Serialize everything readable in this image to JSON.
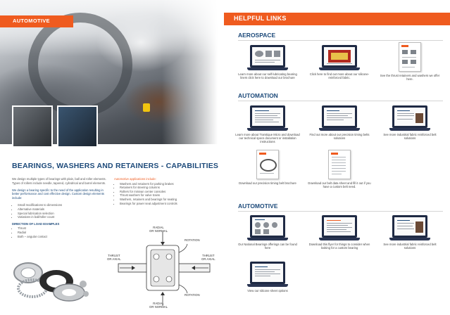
{
  "left_page": {
    "section_tab": "AUTOMOTIVE",
    "heading": "BEARINGS, WASHERS AND RETAINERS - CAPABILITIES",
    "intro_1": "We design multiple types of bearings with plain, ball and roller elements. Types of rollers include needle, tapered, cylindrical and barrel elements.",
    "intro_2": "We design a bearing specific to the need of the application resulting in better performance and cost effective design. Custom design elements include:",
    "design_elements": [
      "Small modifications to dimensions",
      "Alternative materials",
      "Special lubrication selection",
      "Variations in ball/roller count"
    ],
    "load_heading": "DIRECTION OF LOAD EXAMPLES",
    "load_examples": [
      "Thrust",
      "Radial",
      "Both – angular contact"
    ],
    "apps_heading": "Automotive applications include:",
    "applications": [
      "Washers and retainers for parking brakes",
      "Retainers for steering columns",
      "Rollers for minivan center consoles",
      "Thrust washers for valve trains",
      "Washers, retainers and bearings for seating",
      "Bearings for power seat adjustment controls"
    ],
    "diagram_labels": {
      "radial_top": "RADIAL\nOR NORMAL",
      "radial_bottom": "RADIAL\nOR NORMAL",
      "thrust_left": "THRUST\nOR AXIAL",
      "thrust_right": "THRUST\nOR AXIAL",
      "rotation_top": "ROTATION",
      "rotation_bottom": "ROTATION"
    }
  },
  "right_page": {
    "banner": "HELPFUL LINKS",
    "sections": [
      {
        "title": "AEROSPACE",
        "tiles": [
          {
            "kind": "laptop",
            "screen": "product",
            "caption": "Learn more about our self-lubricating bearing liners click here to download our brochure"
          },
          {
            "kind": "laptop",
            "screen": "red",
            "caption": "Click here to find out more about our silicone-reinforced fabric."
          },
          {
            "kind": "doc",
            "caption": "See the thrust retainers and washers we offer here."
          }
        ]
      },
      {
        "title": "AUTOMATION",
        "tiles": [
          {
            "kind": "laptop",
            "screen": "text",
            "caption": "Learn more about Tramtique Micro and download our technical specs document or installation instructions"
          },
          {
            "kind": "laptop",
            "screen": "text",
            "caption": "Find out more about our precision timing belts solutions"
          },
          {
            "kind": "laptop",
            "screen": "text",
            "caption": "See more industrial fabric reinforced belt solutions"
          },
          {
            "kind": "doc-ring",
            "caption": "Download our precision timing belt brochure"
          },
          {
            "kind": "doc",
            "caption": "Download our belt data sheet and fill it out if you have a custom belt need."
          }
        ]
      },
      {
        "title": "AUTOMOTIVE",
        "tiles": [
          {
            "kind": "laptop",
            "screen": "product",
            "caption": "Our National Bearings offerings can be found here"
          },
          {
            "kind": "laptop",
            "screen": "text",
            "caption": "Download this flyer for things to consider when looking for a custom bearing"
          },
          {
            "kind": "laptop",
            "screen": "text",
            "caption": "See more industrial fabric reinforced belt solutions"
          },
          {
            "kind": "laptop",
            "screen": "text",
            "caption": "View our silicone sheet options"
          }
        ]
      }
    ]
  },
  "colors": {
    "accent_orange": "#ef5b1f",
    "heading_blue": "#1d4a7a",
    "laptop_navy": "#1f2a44"
  }
}
